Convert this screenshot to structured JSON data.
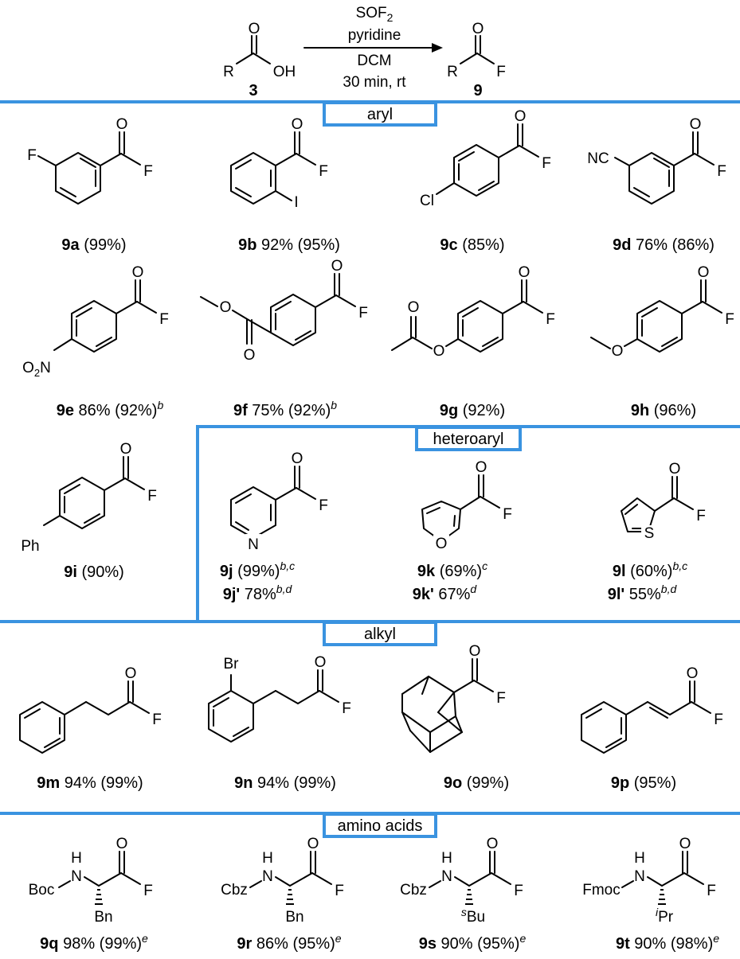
{
  "reaction": {
    "reagent": "SOF",
    "reagent_sub": "2",
    "base": "pyridine",
    "solvent": "DCM",
    "conditions": "30 min, rt",
    "sm_label": "3",
    "product_label": "9",
    "sm_R": "R",
    "sm_OH": "OH",
    "sm_O": "O",
    "prod_R": "R",
    "prod_F": "F",
    "prod_O": "O"
  },
  "sections": {
    "aryl": "aryl",
    "heteroaryl": "heteroaryl",
    "alkyl": "alkyl",
    "amino": "amino acids"
  },
  "compounds": {
    "9a": {
      "id": "9a",
      "rest": " (99%)",
      "sup": ""
    },
    "9b": {
      "id": "9b",
      "rest": " 92% (95%)",
      "sup": ""
    },
    "9c": {
      "id": "9c",
      "rest": " (85%)",
      "sup": ""
    },
    "9d": {
      "id": "9d",
      "rest": " 76% (86%)",
      "sup": ""
    },
    "9e": {
      "id": "9e",
      "rest": " 86% (92%)",
      "sup": "b"
    },
    "9f": {
      "id": "9f",
      "rest": " 75% (92%)",
      "sup": "b"
    },
    "9g": {
      "id": "9g",
      "rest": " (92%)",
      "sup": ""
    },
    "9h": {
      "id": "9h",
      "rest": " (96%)",
      "sup": ""
    },
    "9i": {
      "id": "9i",
      "rest": " (90%)",
      "sup": ""
    },
    "9j": {
      "id": "9j",
      "rest": " (99%)",
      "sup": "b,c"
    },
    "9j2": {
      "id": "9j'",
      "rest": " 78%",
      "sup": "b,d"
    },
    "9k": {
      "id": "9k",
      "rest": " (69%)",
      "sup": "c"
    },
    "9k2": {
      "id": "9k'",
      "rest": " 67%",
      "sup": "d"
    },
    "9l": {
      "id": "9l",
      "rest": " (60%)",
      "sup": "b,c"
    },
    "9l2": {
      "id": "9l'",
      "rest": " 55%",
      "sup": "b,d"
    },
    "9m": {
      "id": "9m",
      "rest": " 94% (99%)",
      "sup": ""
    },
    "9n": {
      "id": "9n",
      "rest": " 94% (99%)",
      "sup": ""
    },
    "9o": {
      "id": "9o",
      "rest": " (99%)",
      "sup": ""
    },
    "9p": {
      "id": "9p",
      "rest": " (95%)",
      "sup": ""
    },
    "9q": {
      "id": "9q",
      "rest": " 98% (99%)",
      "sup": "e"
    },
    "9r": {
      "id": "9r",
      "rest": " 86% (95%)",
      "sup": "e"
    },
    "9s": {
      "id": "9s",
      "rest": " 90% (95%)",
      "sup": "e"
    },
    "9t": {
      "id": "9t",
      "rest": " 90% (98%)",
      "sup": "e"
    }
  },
  "atoms": {
    "O": "O",
    "F": "F",
    "I": "I",
    "Cl": "Cl",
    "NC": "NC",
    "Br": "Br",
    "N": "N",
    "S": "S",
    "Ph": "Ph",
    "H": "H",
    "O2N_O": "O",
    "O2N_2": "2",
    "O2N_N": "N",
    "Boc": "Boc",
    "Cbz": "Cbz",
    "Fmoc": "Fmoc",
    "Bn": "Bn",
    "Bu": "Bu",
    "Bu_sup": "s",
    "Pr": "Pr",
    "Pr_sup": "i"
  },
  "colors": {
    "accent": "#3a93e0"
  }
}
